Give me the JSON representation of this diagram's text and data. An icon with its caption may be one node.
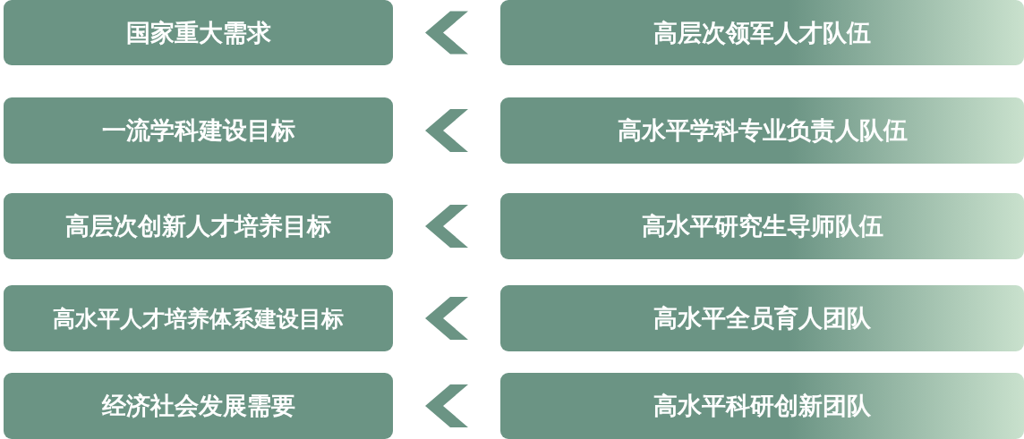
{
  "diagram": {
    "nodes": [
      {
        "text": [
          "国家重大需求"
        ]
      },
      {
        "text": [
          "一流学科建设目标"
        ]
      },
      {
        "text": [
          "高层次创新人才培养目标"
        ]
      },
      {
        "text": [
          "高水平人才培养体系建设目标"
        ]
      },
      {
        "text": [
          "经济社会发展需要"
        ]
      },
      {
        "text": [
          "高层次领军人才队伍"
        ]
      },
      {
        "text": [
          "高水平学科专业负责人队伍"
        ]
      },
      {
        "text": [
          "高水平研究生导师队伍"
        ]
      },
      {
        "text": [
          "高水平全员育人团队"
        ]
      },
      {
        "text": [
          "高水平科研创新团队"
        ]
      }
    ],
    "edges": [
      {
        "from": 5,
        "to": 0,
        "arrow": "to"
      },
      {
        "from": 6,
        "to": 1,
        "arrow": "to"
      },
      {
        "from": 7,
        "to": 2,
        "arrow": "to"
      },
      {
        "from": 8,
        "to": 3,
        "arrow": "to"
      },
      {
        "from": 9,
        "to": 4,
        "arrow": "to"
      }
    ]
  }
}
